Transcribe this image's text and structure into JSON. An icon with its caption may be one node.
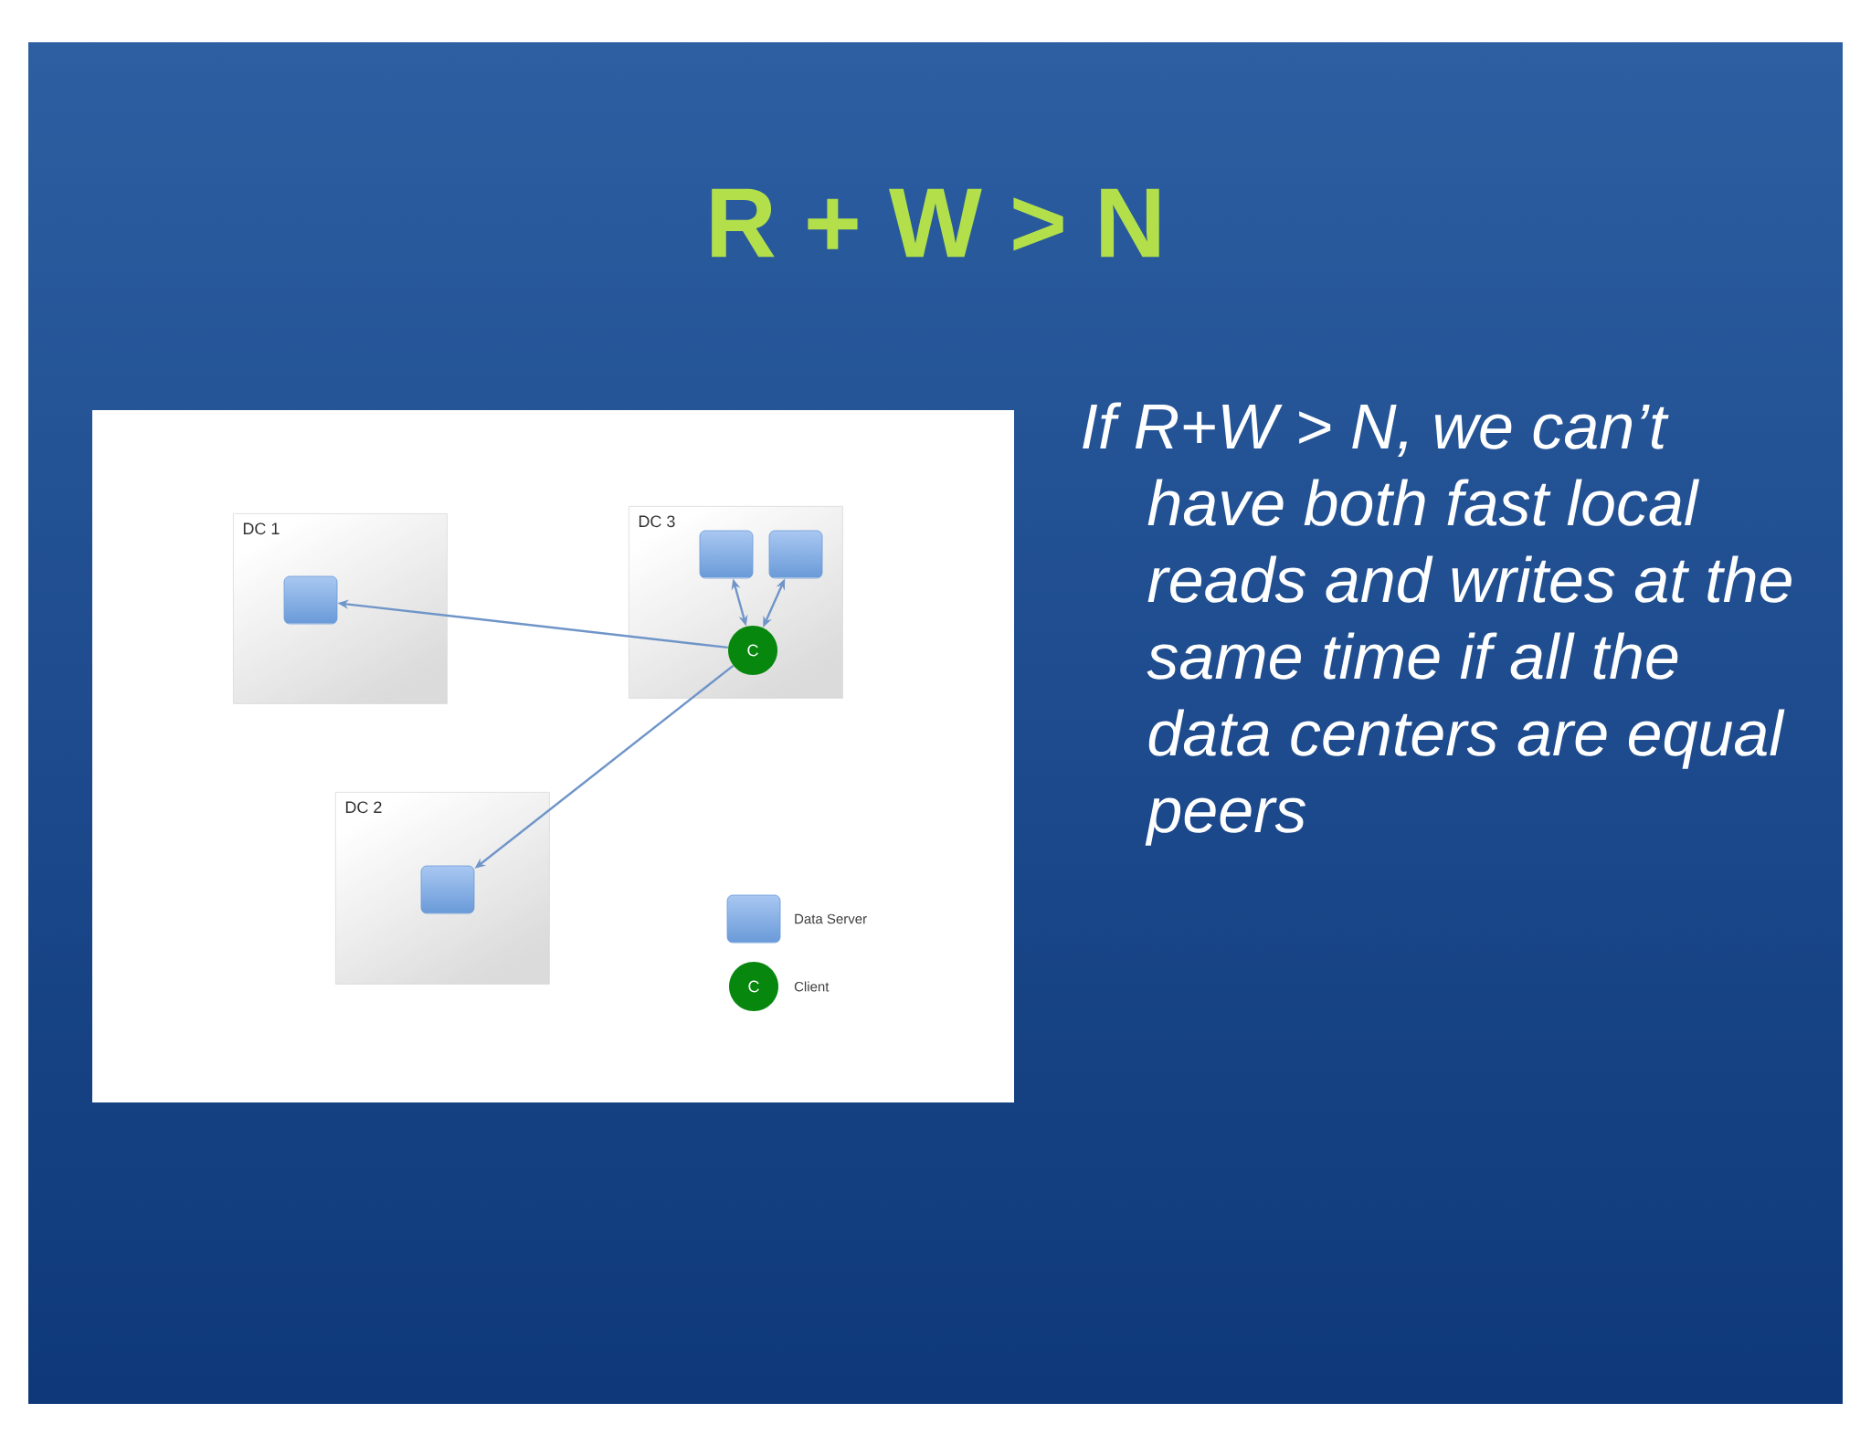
{
  "diagram": {
    "title": "R + W > N",
    "nodes": [
      {
        "text": [
          "DC 1"
        ]
      },
      {
        "text": [],
        "shape": "box",
        "in": 0
      },
      {
        "text": [
          "DC 3"
        ]
      },
      {
        "text": [],
        "shape": "box",
        "in": 2
      },
      {
        "text": [],
        "shape": "box",
        "in": 2
      },
      {
        "text": [
          "C"
        ],
        "in": 2
      },
      {
        "text": [
          "DC 2"
        ]
      },
      {
        "text": [],
        "shape": "box",
        "in": 6
      }
    ],
    "edges": [
      {
        "from": 5,
        "to": 1,
        "arrow": "to"
      },
      {
        "from": 5,
        "to": 3,
        "arrow": "both"
      },
      {
        "from": 5,
        "to": 4,
        "arrow": "both"
      },
      {
        "from": 5,
        "to": 7,
        "arrow": "to"
      }
    ],
    "labels": [
      "If R+W > N, we can’t have both fast local reads and writes at the same time if all the data centers are equal peers",
      "C"
    ],
    "legend": [
      {
        "text": "Data Server"
      },
      {
        "text": "Client"
      }
    ]
  }
}
